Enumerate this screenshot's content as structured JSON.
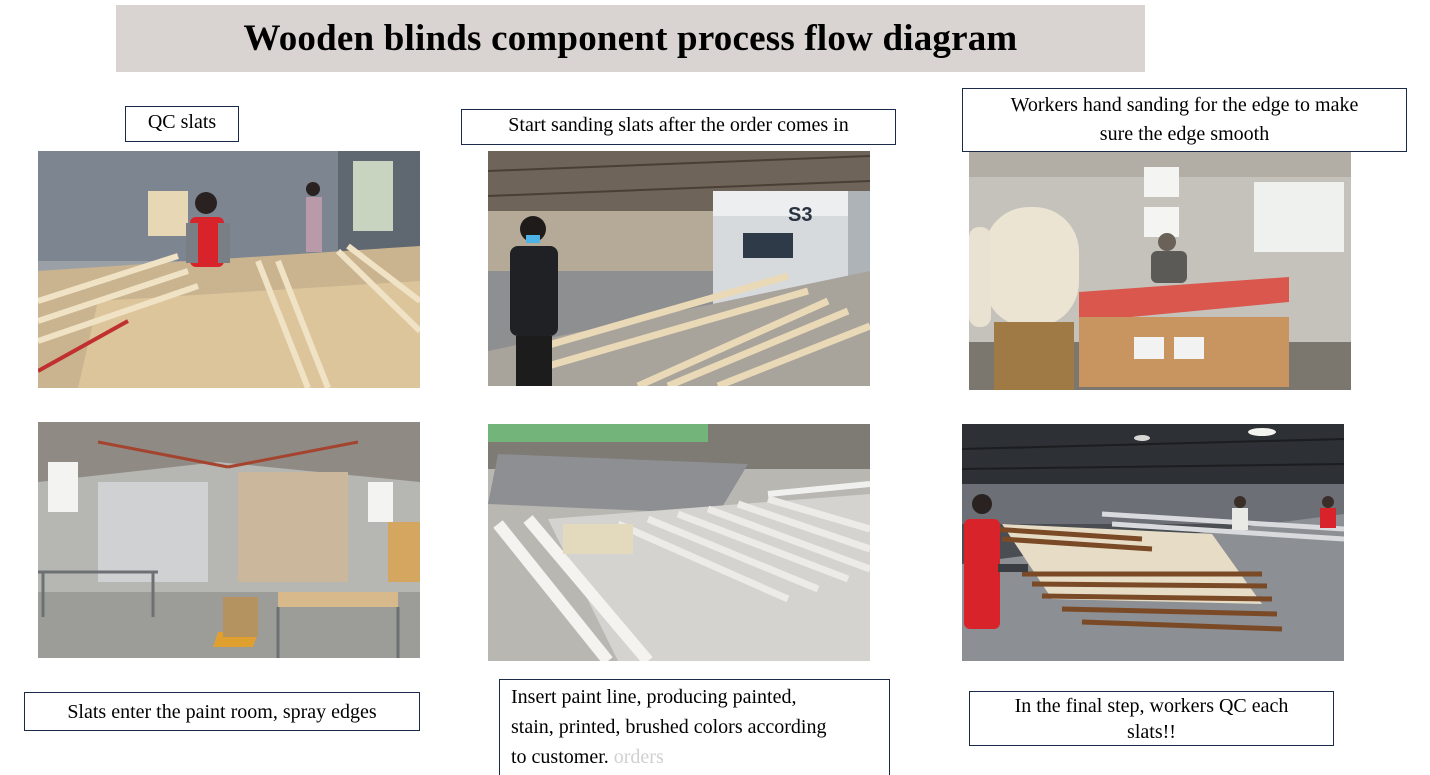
{
  "title": "Wooden blinds component process flow diagram",
  "steps": [
    {
      "caption": "QC slats"
    },
    {
      "caption": "Start sanding slats after the order comes in"
    },
    {
      "caption_line1": "Workers hand sanding for the edge to make",
      "caption_line2": "sure the edge smooth"
    },
    {
      "caption": "Slats enter the paint room, spray edges"
    },
    {
      "caption_line1": "Insert paint line, producing painted,",
      "caption_line2": "stain, printed, brushed colors according",
      "caption_line3": "to customer.",
      "caption_ghost": " orders"
    },
    {
      "caption_line1": "In the final step, workers QC each",
      "caption_line2": "slats!!"
    }
  ],
  "photo_labels": {
    "machine_badge": "S3"
  },
  "colors": {
    "title_bg": "#d9d4d1",
    "caption_border": "#1c2a4a",
    "vest_red": "#d8232a",
    "wood_light": "#e8d3ad",
    "factory_grey": "#8c8f94"
  }
}
